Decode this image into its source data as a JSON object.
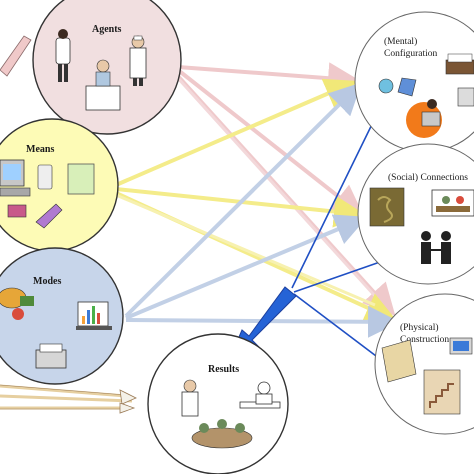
{
  "nodes": {
    "agents": {
      "label": "Agents"
    },
    "means": {
      "label": "Means"
    },
    "modes": {
      "label": "Modes"
    },
    "results": {
      "label": "Results"
    },
    "mental": {
      "label_line1": "(Mental)",
      "label_line2": "Configuration"
    },
    "social": {
      "label_line1": "(Social) Connections"
    },
    "physical": {
      "label_line1": "(Physical)",
      "label_line2": "Construction"
    }
  },
  "colors": {
    "agents_fill": "#f1dfe0",
    "means_fill": "#fdfbb6",
    "modes_fill": "#c7d5ea",
    "results_fill": "#ffffff",
    "right_fill": "#ffffff",
    "arrow_pink": "#efc9cb",
    "arrow_yellow": "#f4ec8a",
    "arrow_blue": "#c2d0e6",
    "arrow_dark_blue": "#1f4fc4",
    "big_arrow": "#2563d6"
  },
  "icons": [
    "people-icon",
    "nurse-icon",
    "student-icon",
    "computer-icon",
    "document-icon",
    "tools-icon",
    "bookshelf-icon",
    "idea-icon",
    "user-at-computer-icon",
    "puzzle-icon",
    "meeting-icon",
    "handshake-icon",
    "folder-icon",
    "desktop-icon",
    "staircase-icon",
    "doctor-icon",
    "desk-worker-icon",
    "team-icon",
    "chart-icon",
    "printer-icon",
    "palette-icon"
  ]
}
